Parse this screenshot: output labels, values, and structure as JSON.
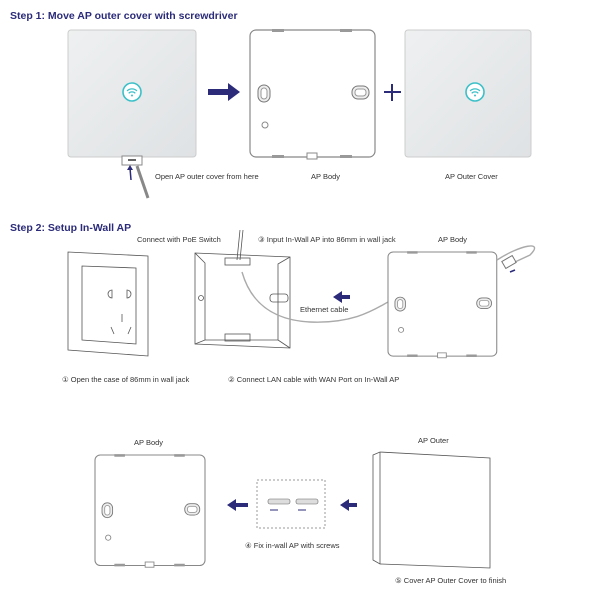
{
  "step1": {
    "title": "Step 1: Move AP outer cover with screwdriver",
    "open_label": "Open AP outer cover from here",
    "body_label": "AP Body",
    "cover_label": "AP Outer Cover"
  },
  "step2": {
    "title": "Step 2: Setup In-Wall AP",
    "poe_label": "Connect with PoE Switch",
    "input_label": "③ Input In-Wall AP into 86mm in wall jack",
    "body_label": "AP Body",
    "cable_label": "Ethernet cable",
    "open_case_label": "① Open the case of 86mm in wall jack",
    "connect_label": "② Connect LAN cable with WAN Port on In-Wall AP"
  },
  "step3": {
    "body_label": "AP Body",
    "outer_label": "AP Outer",
    "fix_label": "④ Fix in-wall AP with screws",
    "finish_label": "⑤ Cover AP Outer Cover to finish"
  },
  "colors": {
    "accent": "#2b2b7a",
    "wifi": "#3cc0c8"
  }
}
